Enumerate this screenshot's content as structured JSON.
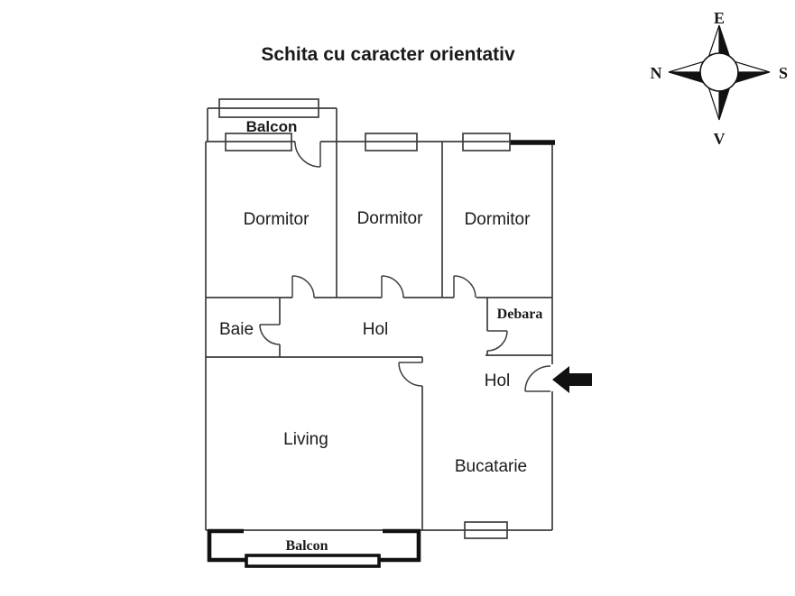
{
  "title": "Schita cu caracter orientativ",
  "compass": {
    "top": "E",
    "right": "S",
    "bottom": "V",
    "left": "N"
  },
  "rooms": {
    "balcon_top": "Balcon",
    "dormitor1": "Dormitor",
    "dormitor2": "Dormitor",
    "dormitor3": "Dormitor",
    "baie": "Baie",
    "hol_upper": "Hol",
    "debara": "Debara",
    "hol_lower": "Hol",
    "living": "Living",
    "bucatarie": "Bucatarie",
    "balcon_bottom": "Balcon"
  },
  "colors": {
    "wall": "#3d3d3d",
    "thick": "#111111",
    "background": "#ffffff",
    "text": "#1a1a1a"
  }
}
